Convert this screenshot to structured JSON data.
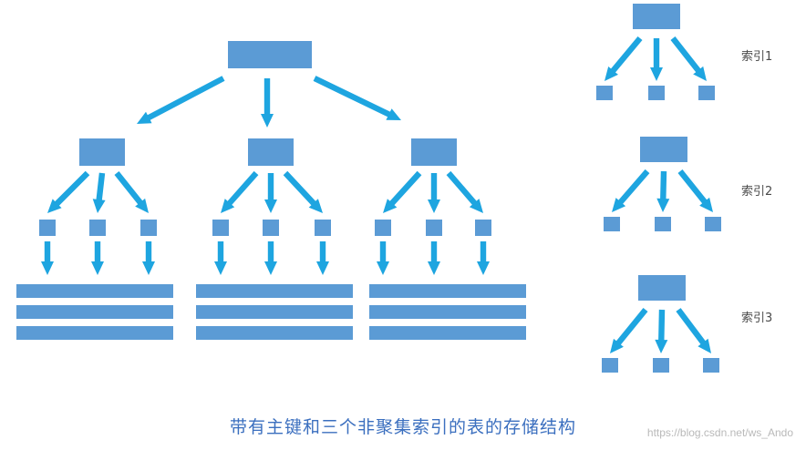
{
  "colors": {
    "node": "#5b9bd5",
    "arrow": "#1ea5e0",
    "caption": "#3b6fbf"
  },
  "index_labels": [
    "索引1",
    "索引2",
    "索引3"
  ],
  "caption": "带有主键和三个非聚集索引的表的存储结构",
  "watermark": "https://blog.csdn.net/ws_Ando"
}
